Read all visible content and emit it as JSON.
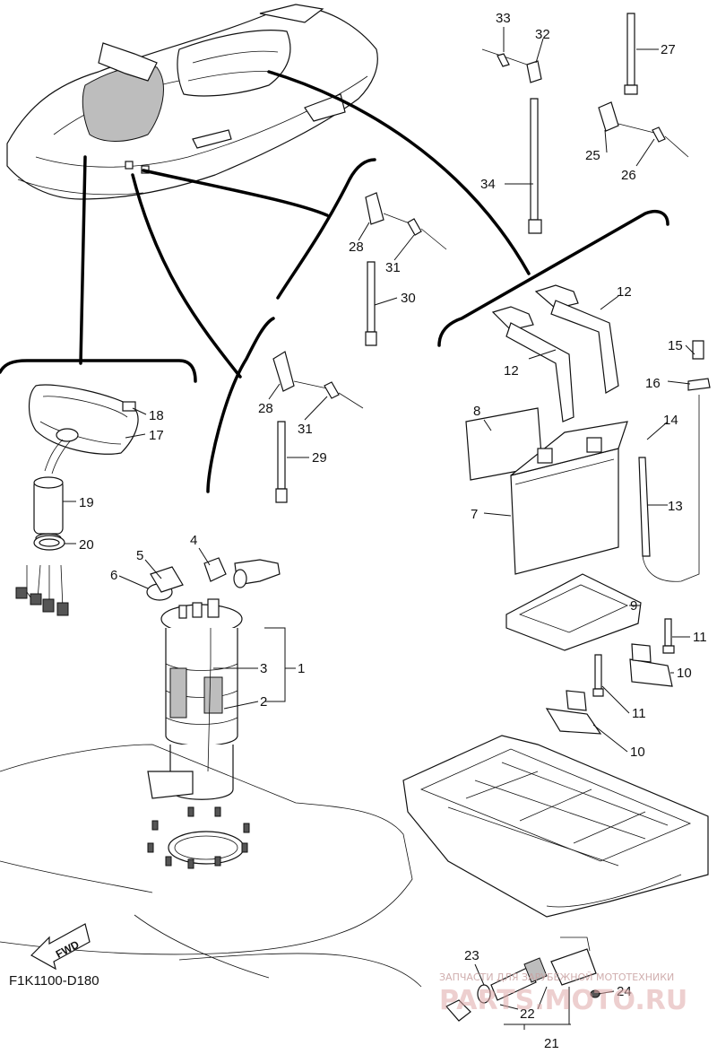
{
  "diagram_code": "F1K1100-D180",
  "fwd_label": "FWD",
  "watermark": {
    "small": "ЗАПЧАСТИ ДЛЯ ЗАРУБЕЖНОЙ МОТОТЕХНИКИ",
    "large": "PARTS.MOTO.RU"
  },
  "callouts": [
    "1",
    "2",
    "3",
    "4",
    "5",
    "6",
    "7",
    "8",
    "9",
    "10",
    "10",
    "11",
    "11",
    "12",
    "12",
    "13",
    "14",
    "15",
    "16",
    "17",
    "18",
    "19",
    "20",
    "21",
    "22",
    "23",
    "24",
    "25",
    "26",
    "27",
    "28",
    "28",
    "29",
    "30",
    "31",
    "31",
    "32",
    "33",
    "34"
  ]
}
